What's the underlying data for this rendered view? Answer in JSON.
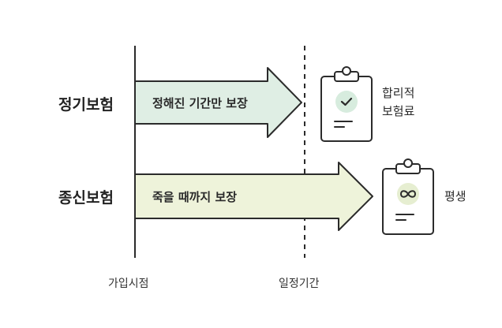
{
  "rows": [
    {
      "title": "정기보험",
      "arrow_text": "정해진 기간만 보장",
      "result_lines": [
        "합리적",
        "보험료"
      ],
      "result_icon": "checkmark-icon"
    },
    {
      "title": "종신보험",
      "arrow_text": "죽을 때까지 보장",
      "result_lines": [
        "평생"
      ],
      "result_icon": "infinity-icon"
    }
  ],
  "timeline": {
    "start_label": "가입시점",
    "end_label": "일정기간"
  },
  "colors": {
    "term_arrow_fill": "#dfeee4",
    "whole_arrow_fill": "#eef3da",
    "stroke": "#2b2b2b",
    "check_badge": "#d7ecde",
    "infinity_badge": "#e6eed1"
  }
}
